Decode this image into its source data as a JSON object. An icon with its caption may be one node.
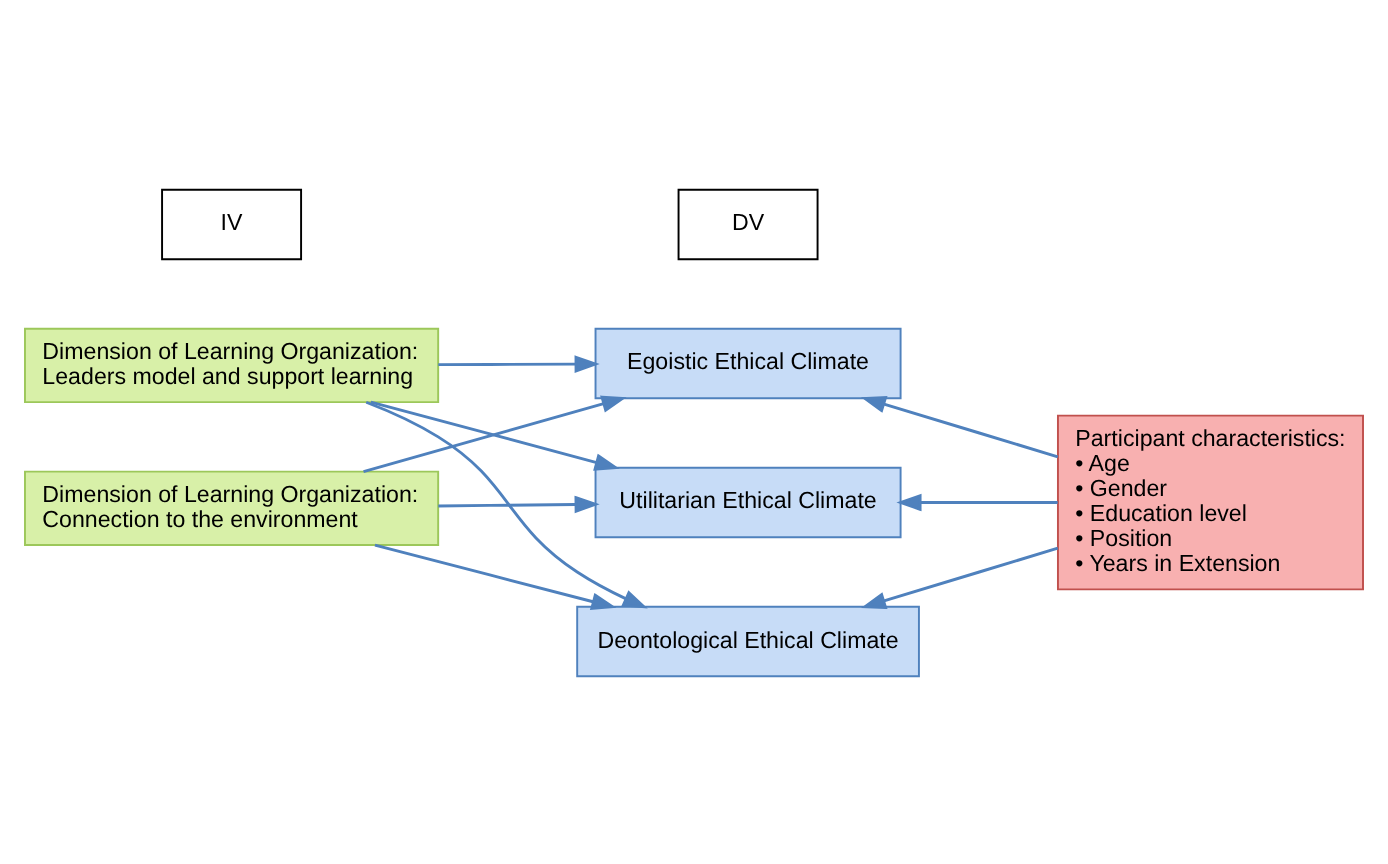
{
  "diagram": {
    "nodes": [
      {
        "text": [
          "IV"
        ]
      },
      {
        "text": [
          "DV"
        ]
      },
      {
        "text": [
          "Dimension of Learning Organization:",
          "Leaders model and support learning"
        ]
      },
      {
        "text": [
          "Dimension of Learning Organization:",
          "Connection to the environment"
        ]
      },
      {
        "text": [
          "Egoistic Ethical Climate"
        ]
      },
      {
        "text": [
          "Utilitarian Ethical Climate"
        ]
      },
      {
        "text": [
          "Deontological Ethical Climate"
        ]
      },
      {
        "text": [
          "Participant characteristics:",
          "• Age",
          "• Gender",
          "• Education level",
          "• Position",
          "• Years in Extension"
        ]
      }
    ],
    "edges": [
      {
        "from": 2,
        "to": 4,
        "arrow": "to"
      },
      {
        "from": 2,
        "to": 5,
        "arrow": "to"
      },
      {
        "from": 2,
        "to": 6,
        "arrow": "to"
      },
      {
        "from": 3,
        "to": 4,
        "arrow": "to"
      },
      {
        "from": 3,
        "to": 5,
        "arrow": "to"
      },
      {
        "from": 3,
        "to": 6,
        "arrow": "to"
      },
      {
        "from": 7,
        "to": 4,
        "arrow": "to"
      },
      {
        "from": 7,
        "to": 5,
        "arrow": "to"
      },
      {
        "from": 7,
        "to": 6,
        "arrow": "to"
      }
    ]
  }
}
